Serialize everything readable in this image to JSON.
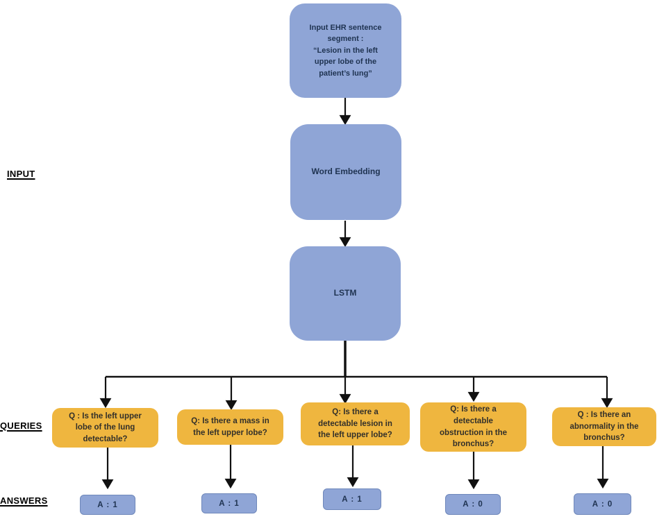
{
  "figure": {
    "type": "flow-diagram",
    "description": "EHR sentence question-answering pipeline: input sentence to word embedding to LSTM, branching to five queries with binary answers"
  },
  "side_labels": {
    "input": "INPUT",
    "queries": "QUERIES",
    "answers": "ANSWERS"
  },
  "pipeline": {
    "input_box": "Input EHR sentence\nsegment :\n“Lesion in the left\nupper lobe of the\npatient’s lung”",
    "word_embedding": "Word Embedding",
    "lstm": "LSTM"
  },
  "queries": [
    {
      "text": "Q : Is the left upper\nlobe of the lung\ndetectable?",
      "answer": "A : 1"
    },
    {
      "text": "Q: Is there a mass in\nthe left upper lobe?",
      "answer": "A : 1"
    },
    {
      "text": "Q: Is there a\ndetectable lesion in\nthe left upper lobe?",
      "answer": "A : 1"
    },
    {
      "text": "Q: Is there a\ndetectable\nobstruction in the\nbronchus?",
      "answer": "A : 0"
    },
    {
      "text": "Q : Is there an\nabnormality in the\nbronchus?",
      "answer": "A : 0"
    }
  ],
  "colors": {
    "process_box_blue": "#8fa5d6",
    "query_box_orange": "#efb63f",
    "process_text_navy": "#1f3351",
    "query_text_dark": "#33302a",
    "answer_border_blue": "#6e87ba",
    "arrow_black": "#111111"
  }
}
